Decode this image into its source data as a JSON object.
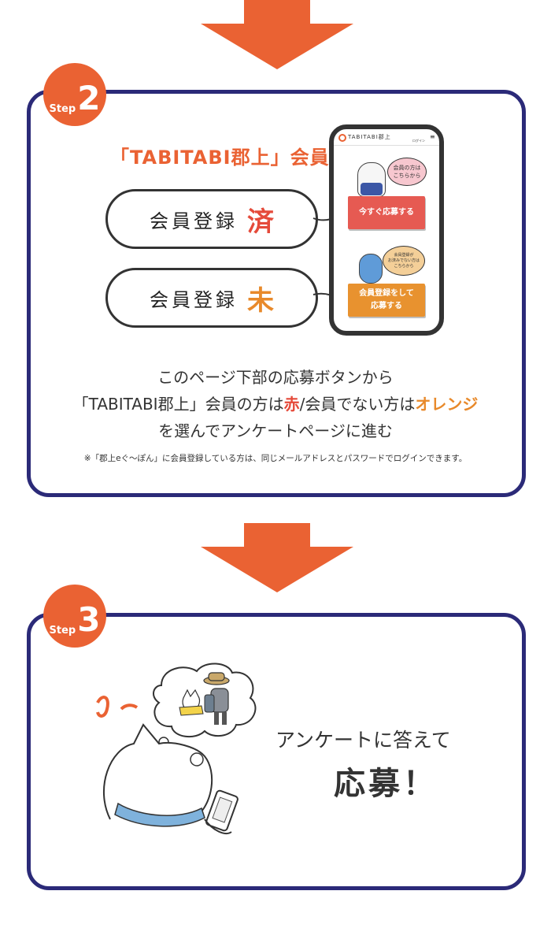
{
  "colors": {
    "arrow": "#ea6233",
    "border": "#2b2a78",
    "red": "#e54a3a",
    "orange": "#e8892a",
    "badge": "#ea6233"
  },
  "step2": {
    "step_word": "Step",
    "step_num": "2",
    "heading": "「TABITABI郡上」会員",
    "pill_done_label": "会員登録",
    "pill_done_mark": "済",
    "pill_not_label": "会員登録",
    "pill_not_mark": "未",
    "phone": {
      "brand": "TABITABI郡上",
      "login": "ログイン",
      "cloud1": "会員の方は\nこちらから",
      "btn1": "今すぐ応募する",
      "cloud2": "会員登録が\nお済みでない方は\nこちらから",
      "btn2_line1": "会員登録をして",
      "btn2_line2": "応募する"
    },
    "line1": "このページ下部の応募ボタンから",
    "line2_a": "「TABITABI郡上」会員の方は",
    "line2_red": "赤",
    "line2_b": "/会員でない方は",
    "line2_org": "オレンジ",
    "line3": "を選んでアンケートページに進む",
    "note": "※「郡上eぐ～ぽん」に会員登録している方は、同じメールアドレスとパスワードでログインできます。"
  },
  "step3": {
    "step_word": "Step",
    "step_num": "3",
    "line1": "アンケートに答えて",
    "line2": "応募！"
  }
}
